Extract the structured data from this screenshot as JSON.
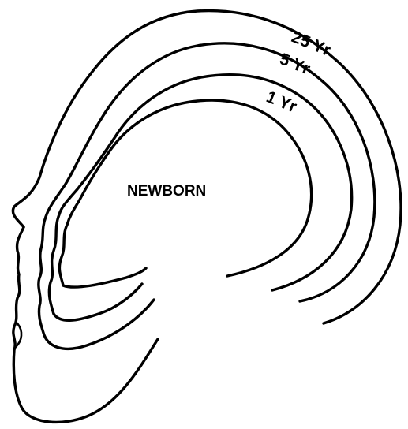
{
  "figure": {
    "labels": {
      "newborn": "NEWBORN",
      "one_year": "1 Yr",
      "five_years": "5 Yr",
      "twenty_five_years": "25 Yr"
    },
    "stroke_color": "#000000",
    "background_color": "#ffffff"
  }
}
